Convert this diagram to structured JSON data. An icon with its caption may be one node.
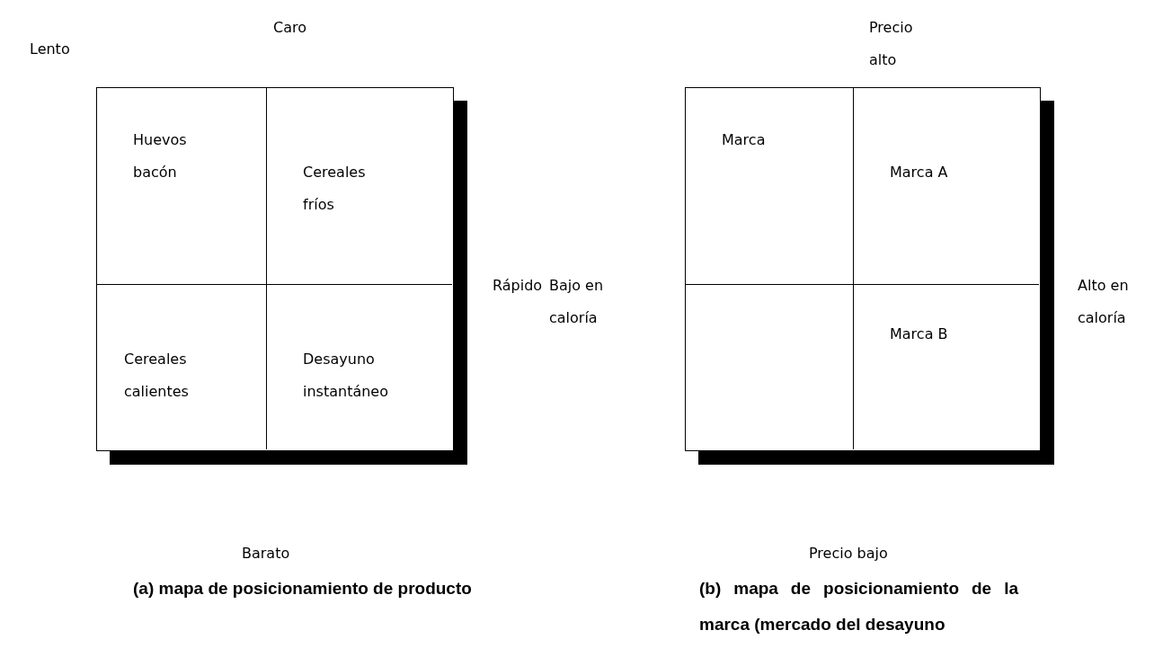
{
  "diagram": {
    "nodes": [
      {
        "text": [],
        "shape": "box"
      },
      {
        "text": [
          "Huevos bacón"
        ],
        "in": 0
      },
      {
        "text": [
          "Cereales fríos"
        ],
        "in": 0
      },
      {
        "text": [
          "Cereales calientes"
        ],
        "in": 0
      },
      {
        "text": [
          "Desayuno instantáneo"
        ],
        "in": 0
      },
      {
        "text": [],
        "shape": "box"
      },
      {
        "text": [
          "Marca"
        ],
        "in": 5
      },
      {
        "text": [
          "Marca A"
        ],
        "in": 5
      },
      {
        "text": [],
        "shape": "box",
        "in": 5
      },
      {
        "text": [
          "Marca B"
        ],
        "in": 5
      }
    ],
    "edges": [],
    "labels": [
      "Caro",
      "Precio alto",
      "Lento",
      "Rápido",
      "Bajo en caloría",
      "Alto en caloría",
      "Barato",
      "Precio bajo",
      "(a) mapa de posicionamiento de producto",
      "(b) mapa de posicionamiento de la marca (mercado del desayuno"
    ]
  }
}
